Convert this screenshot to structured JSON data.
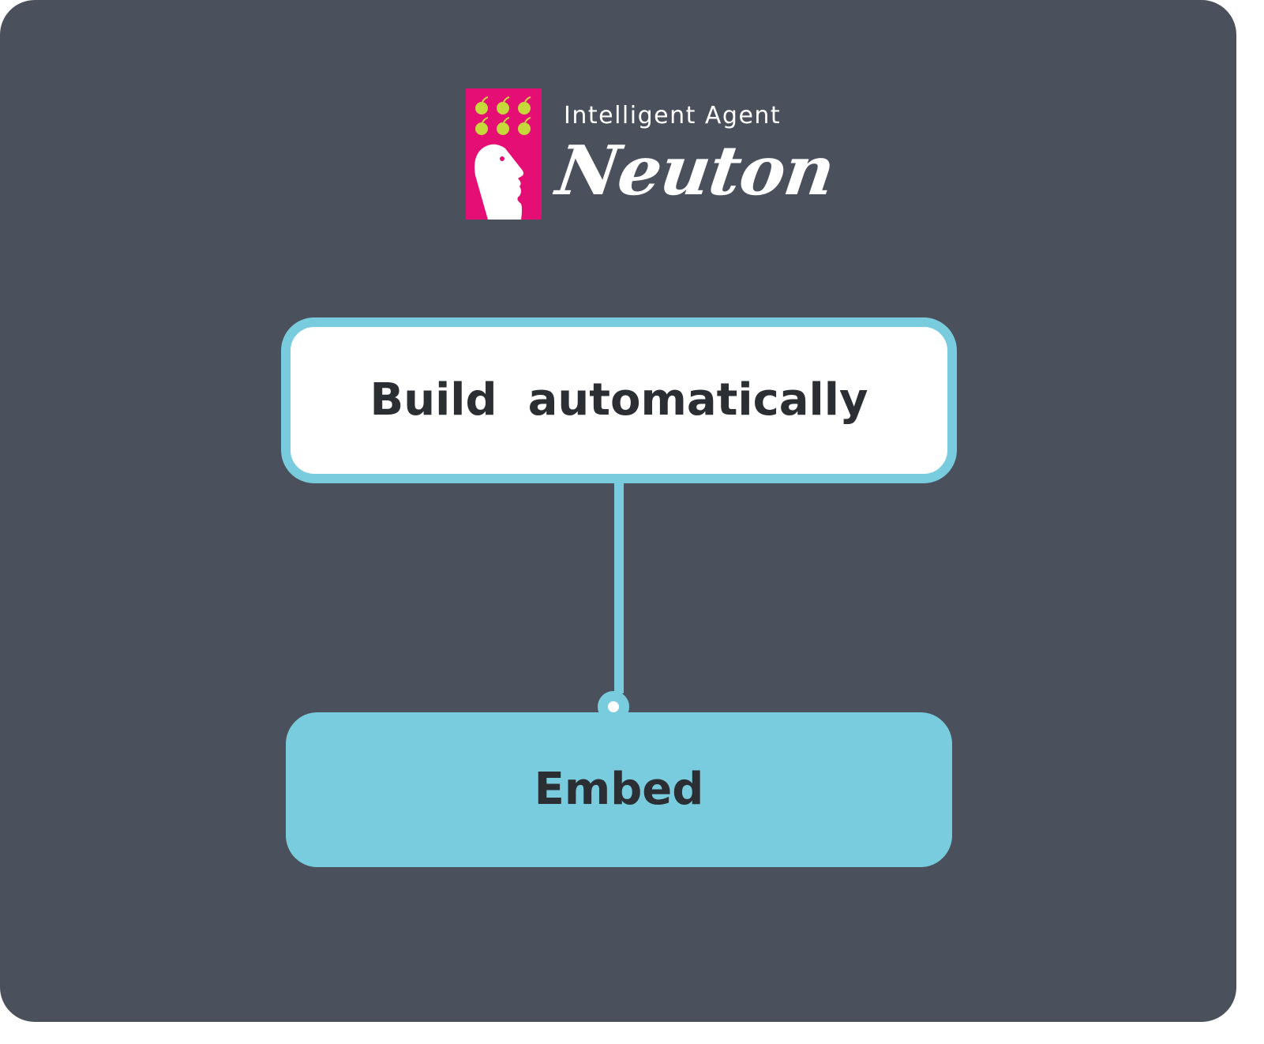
{
  "logo": {
    "tagline": "Intelligent Agent",
    "name": "Neuton",
    "mark_icon": "head-with-apples-icon"
  },
  "diagram": {
    "top_node": {
      "label": "Build  automatically"
    },
    "bottom_node": {
      "label": "Embed"
    }
  },
  "colors": {
    "background": "#4a505c",
    "accent": "#78ccde",
    "brand_pink": "#e40e75",
    "apple_green": "#c6d83a",
    "text_dark": "#2b2e33"
  }
}
